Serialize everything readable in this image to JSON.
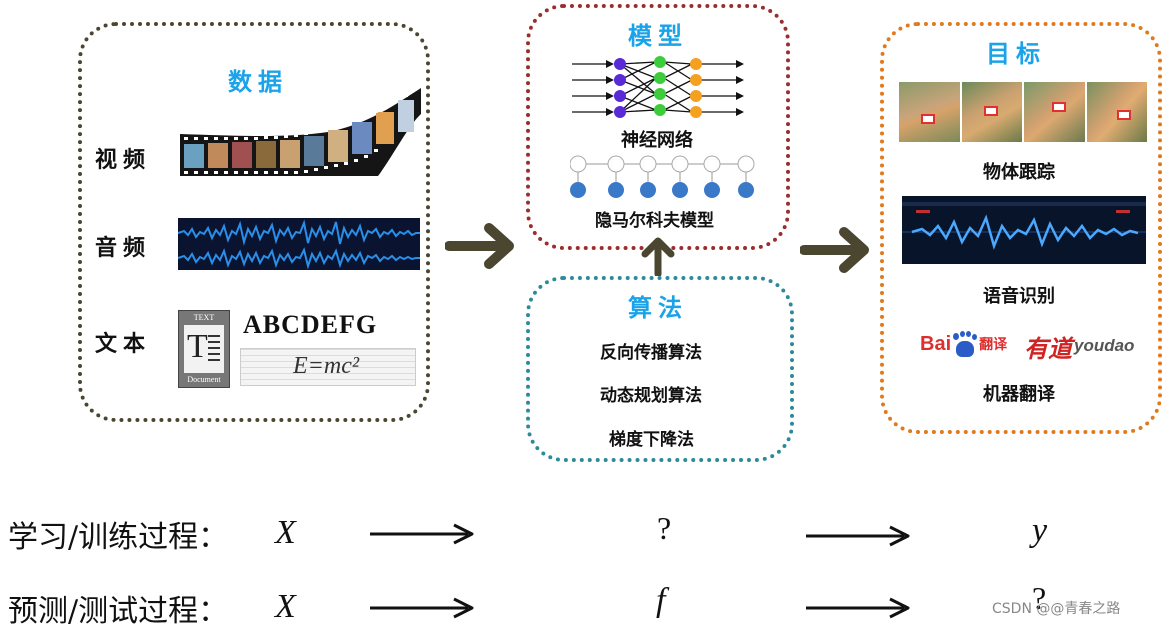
{
  "data_box": {
    "title": "数据",
    "video_label": "视频",
    "audio_label": "音频",
    "text_label": "文本",
    "text_sample": "ABCDEFG",
    "doc_icon_top": "TEXT",
    "doc_icon_bottom": "Document",
    "formula": "E=mc²"
  },
  "model_box": {
    "title": "模型",
    "nn_label": "神经网络",
    "hmm_label": "隐马尔科夫模型"
  },
  "algo_box": {
    "title": "算法",
    "items": [
      "反向传播算法",
      "动态规划算法",
      "梯度下降法"
    ]
  },
  "target_box": {
    "title": "目标",
    "tracking_label": "物体跟踪",
    "speech_label": "语音识别",
    "translation_label": "机器翻译",
    "baidu_text": "Bai",
    "baidu_cn": "翻译",
    "youdao_cn": "有道",
    "youdao_en": "youdao"
  },
  "rows": {
    "train_label": "学习/训练过程：",
    "train_x": "X",
    "train_mid": "?",
    "train_y": "y",
    "test_label": "预测/测试过程：",
    "test_x": "X",
    "test_mid": "f",
    "test_y": "?"
  },
  "watermark": "CSDN @@青春之路",
  "colors": {
    "data_border": "#4a4630",
    "model_border": "#9b2d2d",
    "algo_border": "#2c8a9a",
    "target_border": "#e07a1c",
    "title_blue": "#1aa3e8",
    "arrow": "#4a4630"
  }
}
